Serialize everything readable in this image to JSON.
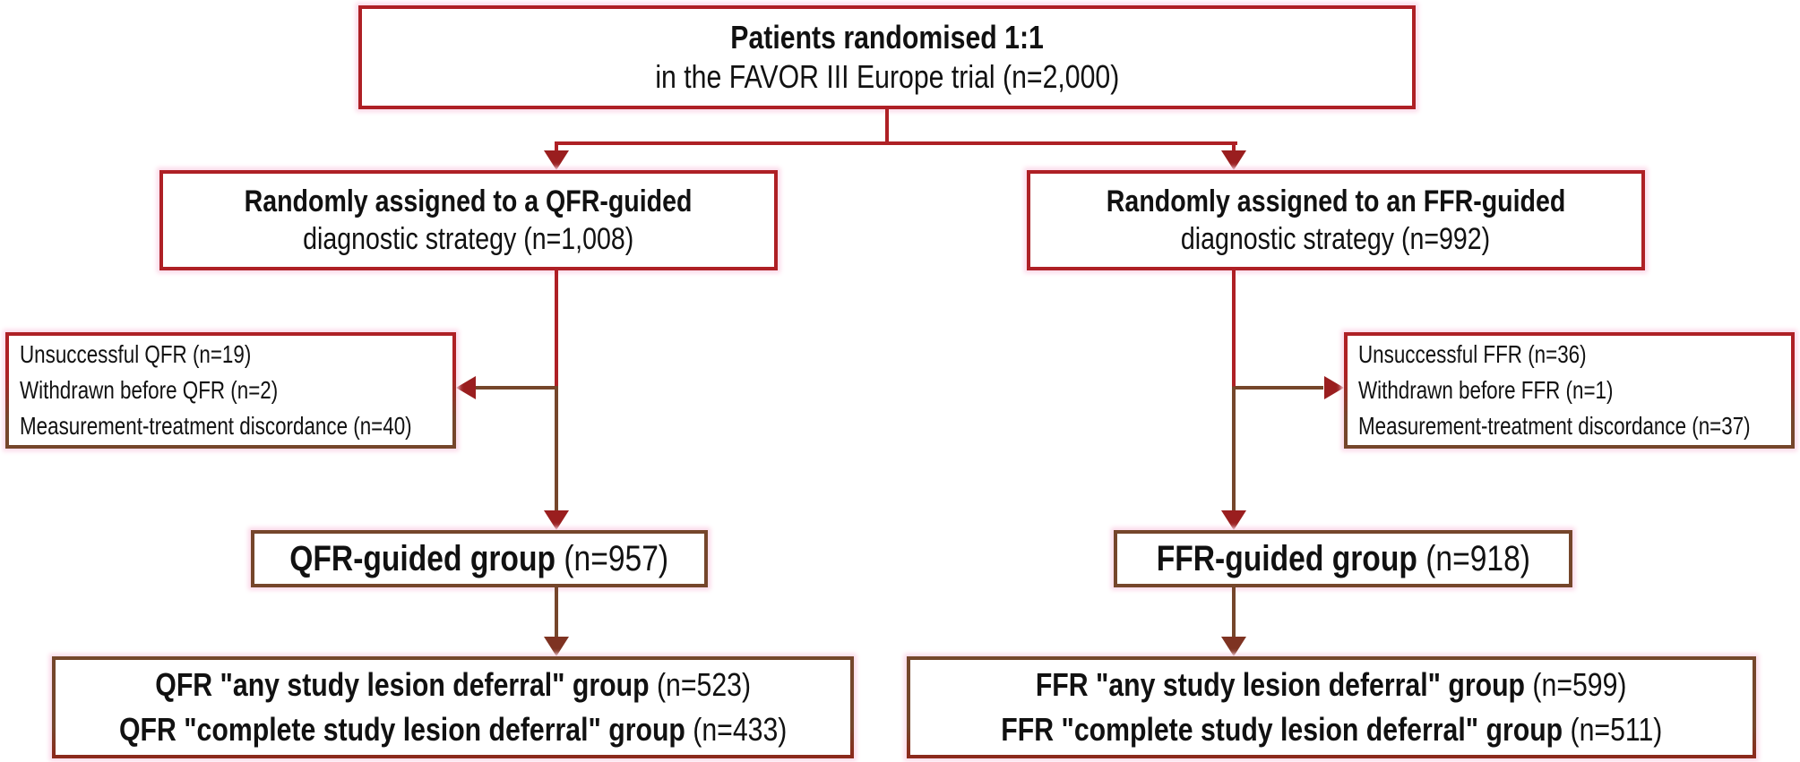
{
  "colors": {
    "red": "#AE2025",
    "brown": "#75462B",
    "arrow_dark_red": "#9A1E1F",
    "arrow_maroon": "#7E3322",
    "glow_pink": "#FBD9E9",
    "background": "#FFFFFF",
    "ink": "#111111"
  },
  "boxes": {
    "randomised": {
      "line1": "Patients randomised 1:1",
      "line2": "in the FAVOR III Europe trial (n=2,000)"
    },
    "qfr_assigned": {
      "line1": "Randomly assigned to a QFR-guided",
      "line2": "diagnostic strategy (n=1,008)"
    },
    "ffr_assigned": {
      "line1": "Randomly assigned to an FFR-guided",
      "line2": "diagnostic strategy (n=992)"
    },
    "qfr_excluded": {
      "line1": "Unsuccessful QFR (n=19)",
      "line2": "Withdrawn before QFR (n=2)",
      "line3": "Measurement-treatment discordance (n=40)"
    },
    "ffr_excluded": {
      "line1": "Unsuccessful FFR (n=36)",
      "line2": "Withdrawn before FFR (n=1)",
      "line3": "Measurement-treatment discordance (n=37)"
    },
    "qfr_group": {
      "label": "QFR-guided group",
      "n": " (n=957)"
    },
    "ffr_group": {
      "label": "FFR-guided group",
      "n": " (n=918)"
    },
    "qfr_deferral": {
      "line1_label": "QFR \"any study lesion deferral\" group",
      "line1_n": " (n=523)",
      "line2_label": "QFR \"complete study lesion deferral\" group",
      "line2_n": " (n=433)"
    },
    "ffr_deferral": {
      "line1_label": "FFR \"any study lesion deferral\" group",
      "line1_n": " (n=599)",
      "line2_label": "FFR \"complete study lesion deferral\" group",
      "line2_n": " (n=511)"
    }
  }
}
